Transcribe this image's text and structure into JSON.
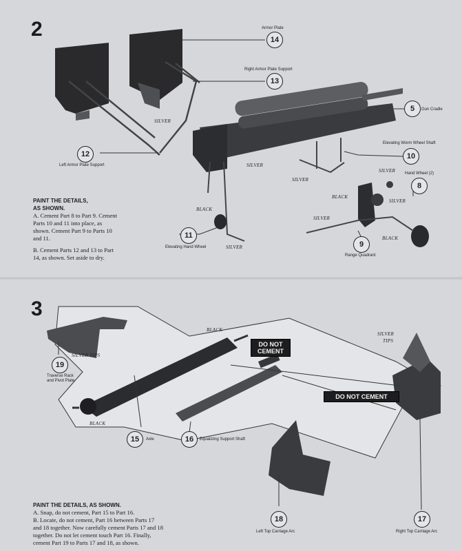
{
  "step2": {
    "number": "2",
    "callouts": {
      "c14": "14",
      "c13": "13",
      "c5": "5",
      "c12": "12",
      "c10": "10",
      "c8": "8",
      "c11": "11",
      "c9": "9"
    },
    "labels": {
      "armor_plate": "Armor Plate",
      "right_armor_plate_support": "Right Armor Plate Support",
      "gun_cradle": "Gun Cradle",
      "left_armor_plate_support": "Left Armor Plate Support",
      "elevating_worm_wheel_shaft": "Elevating Worm Wheel Shaft",
      "hand_wheel": "Hand Wheel (2)",
      "elevating_hand_wheel": "Elevating Hand Wheel",
      "range_quadrant": "Range Quadrant"
    },
    "paint": {
      "silver_1": "SILVER",
      "silver_2": "SILVER",
      "silver_3": "SILVER",
      "silver_4": "SILVER",
      "silver_5": "SILVER",
      "silver_6": "SILVER",
      "silver_7": "SILVER",
      "black_1": "BLACK",
      "black_2": "BLACK",
      "black_3": "BLACK"
    },
    "instructions": {
      "heading_1": "PAINT THE DETAILS,",
      "heading_2": "AS SHOWN.",
      "line_a1": "A. Cement Part 8 to Part 9. Cement",
      "line_a2": "Parts 10 and 11 into place, as",
      "line_a3": "shown. Cement Part 9 to Parts 10",
      "line_a4": "and 11.",
      "line_b1": "B. Cement Parts 12 and 13 to Part",
      "line_b2": "14, as shown. Set aside to dry."
    }
  },
  "step3": {
    "number": "3",
    "callouts": {
      "c19": "19",
      "c15": "15",
      "c16": "16",
      "c18": "18",
      "c17": "17"
    },
    "labels": {
      "traverse_rack": "Traverse Rack",
      "and_pivot_plate": "and Pivot Plate",
      "axle": "Axle",
      "equalizing_support_shaft": "Equalizing Support Shaft",
      "left_top_carriage_arc": "Left Top Carriage Arc",
      "right_top_carriage_arc": "Right Top Carriage Arc"
    },
    "paint": {
      "black_top": "BLACK",
      "black_bottom": "BLACK",
      "silver_tips_left": "SILVER TIPS",
      "silver_tips_right_1": "SILVER",
      "silver_tips_right_2": "TIPS"
    },
    "badges": {
      "do_not_cement_1a": "DO NOT",
      "do_not_cement_1b": "CEMENT",
      "do_not_cement_2": "DO NOT CEMENT"
    },
    "instructions": {
      "heading": "PAINT THE DETAILS, AS SHOWN.",
      "line_a": "A. Snap, do not cement, Part 15 to Part 16.",
      "line_b1": "B. Locate, do not cement, Part 16 between Parts 17",
      "line_b2": "and 18 together. Now carefully cement Parts 17 and 18",
      "line_b3": "together. Do not let cement touch Part 16. Finally,",
      "line_b4": "cement Part 19 to Parts 17 and 18, as shown."
    }
  }
}
